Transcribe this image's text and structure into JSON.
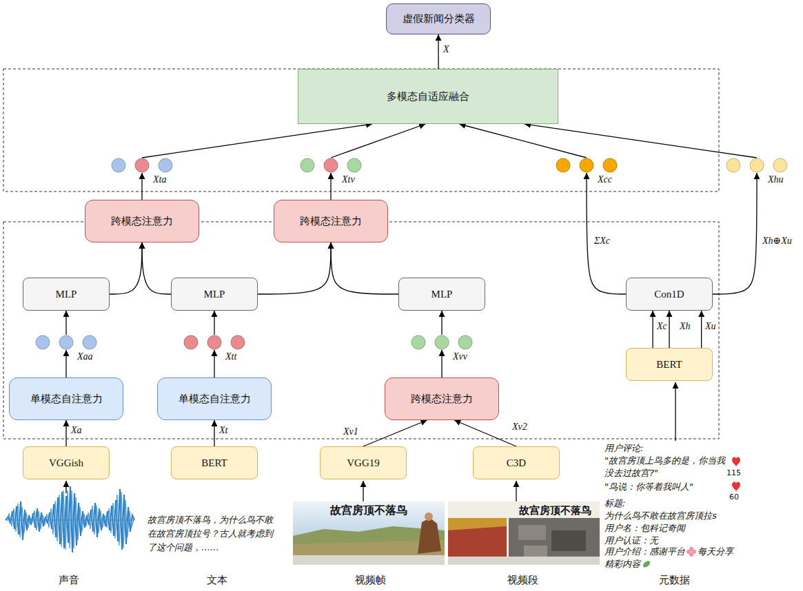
{
  "diagram": {
    "nodes": [
      {
        "text": [
          "虚假新闻分类器"
        ]
      },
      {
        "text": [
          "多模态自适应融合"
        ]
      },
      {
        "text": [
          "Xta"
        ]
      },
      {
        "text": [
          "Xtv"
        ]
      },
      {
        "text": [
          "Xcc"
        ]
      },
      {
        "text": [
          "Xhu"
        ]
      },
      {
        "text": [
          "跨模态注意力"
        ]
      },
      {
        "text": [
          "跨模态注意力"
        ]
      },
      {
        "text": [
          "MLP"
        ]
      },
      {
        "text": [
          "MLP"
        ]
      },
      {
        "text": [
          "MLP"
        ]
      },
      {
        "text": [
          "Con1D"
        ]
      },
      {
        "text": [
          "Xaa"
        ]
      },
      {
        "text": [
          "Xtt"
        ]
      },
      {
        "text": [
          "Xvv"
        ]
      },
      {
        "text": [
          "BERT"
        ]
      },
      {
        "text": [
          "单模态自注意力"
        ]
      },
      {
        "text": [
          "单模态自注意力"
        ]
      },
      {
        "text": [
          "跨模态注意力"
        ]
      },
      {
        "text": [
          "VGGish"
        ]
      },
      {
        "text": [
          "BERT"
        ]
      },
      {
        "text": [
          "VGG19"
        ]
      },
      {
        "text": [
          "C3D"
        ]
      }
    ],
    "edges": [
      {
        "from": 1,
        "to": 0,
        "arrow": "to",
        "label": "X"
      },
      {
        "from": 2,
        "to": 1,
        "arrow": "to"
      },
      {
        "from": 3,
        "to": 1,
        "arrow": "to"
      },
      {
        "from": 4,
        "to": 1,
        "arrow": "to"
      },
      {
        "from": 5,
        "to": 1,
        "arrow": "to"
      },
      {
        "from": 6,
        "to": 2,
        "arrow": "to"
      },
      {
        "from": 7,
        "to": 3,
        "arrow": "to"
      },
      {
        "from": 11,
        "to": 4,
        "arrow": "to",
        "label": "ΣXc"
      },
      {
        "from": 11,
        "to": 5,
        "arrow": "to",
        "label": "Xh⊕Xu"
      },
      {
        "from": 8,
        "to": 6,
        "arrow": "to"
      },
      {
        "from": 9,
        "to": 6,
        "arrow": "to"
      },
      {
        "from": 9,
        "to": 7,
        "arrow": "to"
      },
      {
        "from": 10,
        "to": 7,
        "arrow": "to"
      },
      {
        "from": 12,
        "to": 8,
        "arrow": "to"
      },
      {
        "from": 13,
        "to": 9,
        "arrow": "to"
      },
      {
        "from": 14,
        "to": 10,
        "arrow": "to"
      },
      {
        "from": 15,
        "to": 11,
        "arrow": "to",
        "label": "Xc"
      },
      {
        "from": 15,
        "to": 11,
        "arrow": "to",
        "label": "Xh"
      },
      {
        "from": 15,
        "to": 11,
        "arrow": "to",
        "label": "Xu"
      },
      {
        "from": 16,
        "to": 12,
        "arrow": "to"
      },
      {
        "from": 17,
        "to": 13,
        "arrow": "to"
      },
      {
        "from": 18,
        "to": 14,
        "arrow": "to"
      },
      {
        "from": 19,
        "to": 16,
        "arrow": "to",
        "label": "Xa"
      },
      {
        "from": 20,
        "to": 17,
        "arrow": "to",
        "label": "Xt"
      },
      {
        "from": 21,
        "to": 18,
        "arrow": "to",
        "label": "Xv1"
      },
      {
        "from": 22,
        "to": 18,
        "arrow": "to",
        "label": "Xv2"
      }
    ],
    "labels": [
      "故宫房顶不落鸟，为什么鸟不敢 在故宫房顶拉号？古人就考虑到 了这个问题，……",
      "故宫房顶不落鸟",
      "故宫房顶不落鸟",
      "用户评论:",
      "\"故宫房顶上鸟多的是，你当我 没去过故宫?\"",
      "115",
      "\"鸟说：你等着我叫人\"",
      "60",
      "标题:",
      "为什么鸟不敢在故宫房顶拉s",
      "用户名：包科记奇闻",
      "用户认证：无",
      "用户介绍：感谢平台",
      "每天分享",
      "精彩内容",
      "声音",
      "文本",
      "视频帧",
      "视频段",
      "元数据"
    ]
  }
}
